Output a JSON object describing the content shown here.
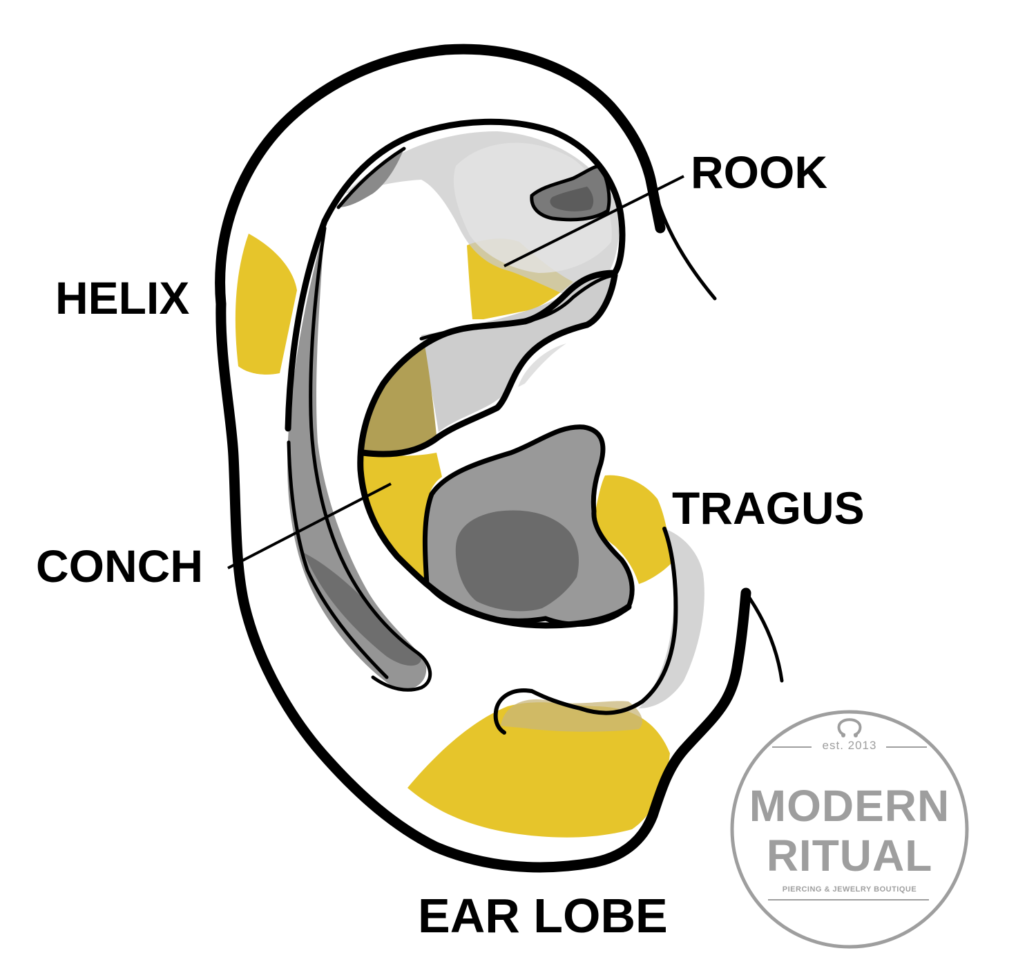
{
  "labels": {
    "rook": "ROOK",
    "helix": "HELIX",
    "tragus": "TRAGUS",
    "conch": "CONCH",
    "ear_lobe": "EAR LOBE"
  },
  "brand": {
    "established": "est. 2013",
    "name_line1": "MODERN",
    "name_line2": "RITUAL",
    "tagline": "PIERCING & JEWELRY BOUTIQUE"
  },
  "colors": {
    "outline": "#000000",
    "highlight_yellow": "#e6c52b",
    "shade_light_gray": "#cfcfcf",
    "shade_mid_gray": "#979797",
    "shade_dark_gray": "#6a6a6a",
    "brand_gray": "#9e9e9e"
  }
}
